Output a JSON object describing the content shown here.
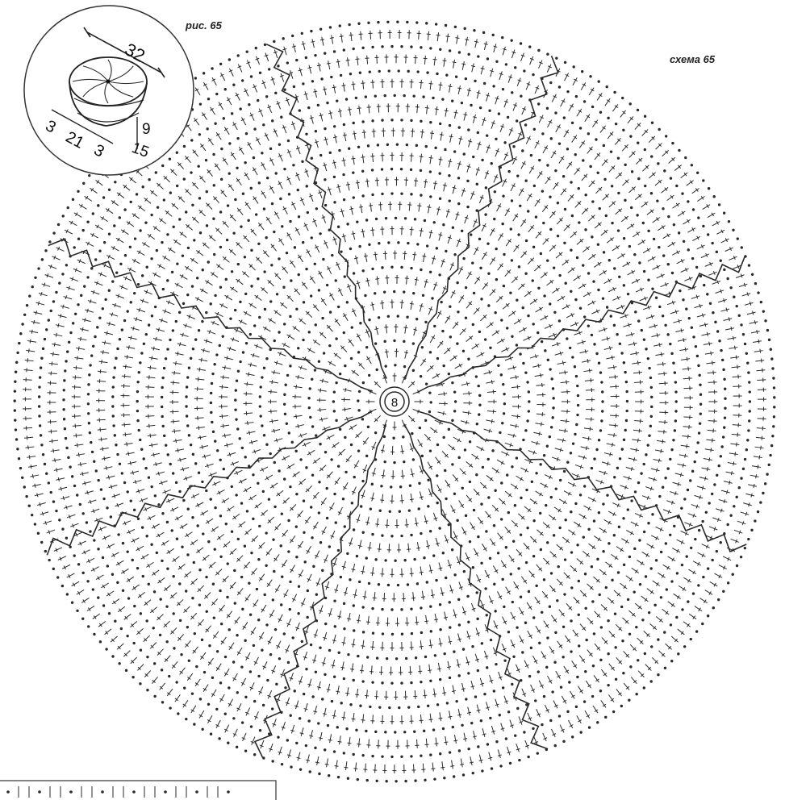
{
  "figure_label": "рис. 65",
  "scheme_label": "схема 65",
  "center_label": "8",
  "inset": {
    "top_dimension": "32",
    "bottom_dimensions": [
      "3",
      "21",
      "3"
    ],
    "side_dimensions": [
      "9",
      "15"
    ]
  },
  "colors": {
    "ink": "#2a2a2a",
    "paper": "#ffffff"
  }
}
